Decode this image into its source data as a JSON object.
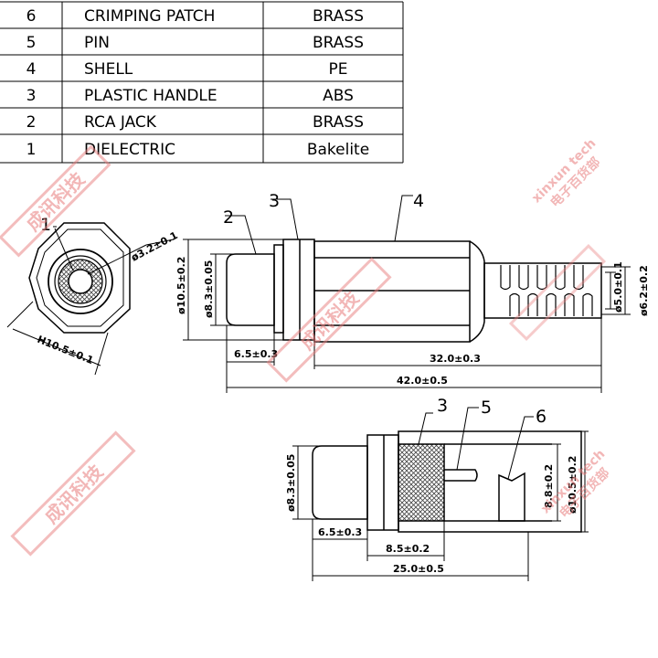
{
  "bom": [
    {
      "no": "6",
      "name": "CRIMPING  PATCH",
      "material": "BRASS"
    },
    {
      "no": "5",
      "name": "PIN",
      "material": "BRASS"
    },
    {
      "no": "4",
      "name": "SHELL",
      "material": "PE"
    },
    {
      "no": "3",
      "name": "PLASTIC  HANDLE",
      "material": "ABS"
    },
    {
      "no": "2",
      "name": "RCA  JACK",
      "material": "BRASS"
    },
    {
      "no": "1",
      "name": "DIELECTRIC",
      "material": "Bakelite"
    }
  ],
  "callouts": {
    "front_dielectric": "1",
    "side_rca_jack": "2",
    "side_handle": "3",
    "side_shell": "4",
    "section_handle": "3",
    "section_pin": "5",
    "section_crimp": "6"
  },
  "dimensions": {
    "front_pin_dia": "ø3.2±0.1",
    "front_hex": "H10.5±0.1",
    "side_outer_dia": "ø10.5±0.2",
    "side_jack_dia": "ø8.3±0.05",
    "side_tip_len": "6.5±0.3",
    "side_shell_len": "32.0±0.3",
    "side_total_len": "42.0±0.5",
    "side_cable_inner": "ø5.0±0.1",
    "side_cable_outer": "ø6.2±0.2",
    "sec_jack_dia": "ø8.3±0.05",
    "sec_tip_len": "6.5±0.3",
    "sec_handle_len": "8.5±0.2",
    "sec_total_len": "25.0±0.5",
    "sec_inner_dia": "8.8±0.2",
    "sec_outer_dia": "ø10.5±0.2"
  },
  "watermark": {
    "brand_cn": "成讯科技",
    "brand_en": "xinxun tech",
    "sub_cn": "电子百货部"
  },
  "colors": {
    "line": "#000000",
    "watermark": "#e87c7c",
    "hatch": "#555555"
  }
}
